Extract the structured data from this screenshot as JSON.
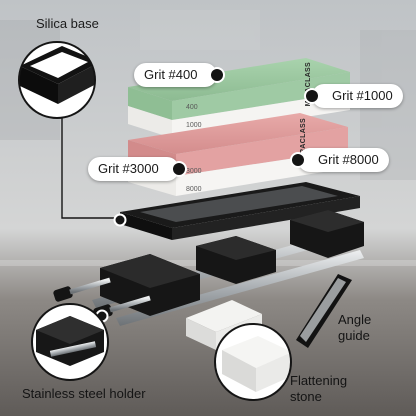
{
  "labels": {
    "silica_base": "Silica base",
    "grit_400": "Grit #400",
    "grit_1000": "Grit #1000",
    "grit_3000": "Grit #3000",
    "grit_8000": "Grit #8000",
    "angle_guide": "Angle guide",
    "stainless_holder": "Stainless steel holder",
    "flattening_stone": "Flattening stone"
  },
  "stone_marks": {
    "green_top": "400",
    "green_bottom": "1000",
    "pink_top": "3000",
    "pink_bottom": "8000",
    "brand_green": "MIRACLASS",
    "brand_pink": "MIRACLASS"
  },
  "colors": {
    "green_stone": "#9ec8a2",
    "white_stone": "#f3f3f1",
    "pink_stone": "#e2a0a0",
    "frame": "#141414",
    "rod": "#b9bdc0",
    "counter": "#6f6a66",
    "label_bg": "#ffffff"
  }
}
